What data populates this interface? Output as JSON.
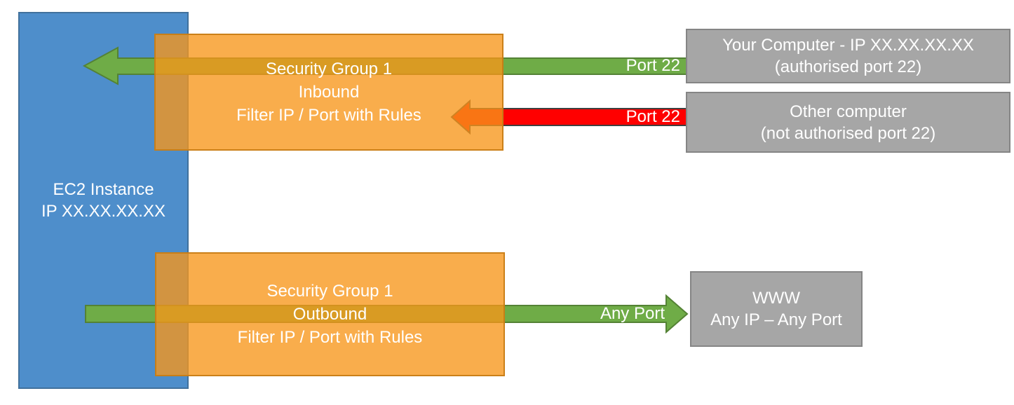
{
  "diagram": {
    "title_hint": "EC2 security group inbound and outbound traffic filtering",
    "ec2_instance": {
      "line1": "EC2 Instance",
      "line2": "IP XX.XX.XX.XX"
    },
    "sg_inbound": {
      "line1": "Security Group 1",
      "line2": "Inbound",
      "line3": "Filter IP / Port with Rules"
    },
    "sg_outbound": {
      "line1": "Security Group 1",
      "line2": "Outbound",
      "line3": "Filter IP / Port with Rules"
    },
    "your_computer": {
      "line1": "Your Computer - IP XX.XX.XX.XX",
      "line2": "(authorised port 22)"
    },
    "other_computer": {
      "line1": "Other computer",
      "line2": "(not authorised port 22)"
    },
    "www": {
      "line1": "WWW",
      "line2": "Any IP – Any Port"
    },
    "flow_labels": {
      "inbound_allowed": "Port 22",
      "inbound_blocked": "Port 22",
      "outbound": "Any Port"
    },
    "colors": {
      "ec2_blue": "#4E8ECB",
      "ec2_blue_border": "#41719C",
      "security_group_orange": "#F79619",
      "security_group_orange_opacity": "0.78",
      "security_group_border": "#C57B14",
      "endpoint_gray": "#A6A6A6",
      "endpoint_gray_border": "#858585",
      "allowed_green": "#6FAC47",
      "allowed_green_border": "#548235",
      "blocked_red": "#FF0000",
      "blocked_red_border": "#404040",
      "text_white": "#FFFFFF"
    }
  }
}
